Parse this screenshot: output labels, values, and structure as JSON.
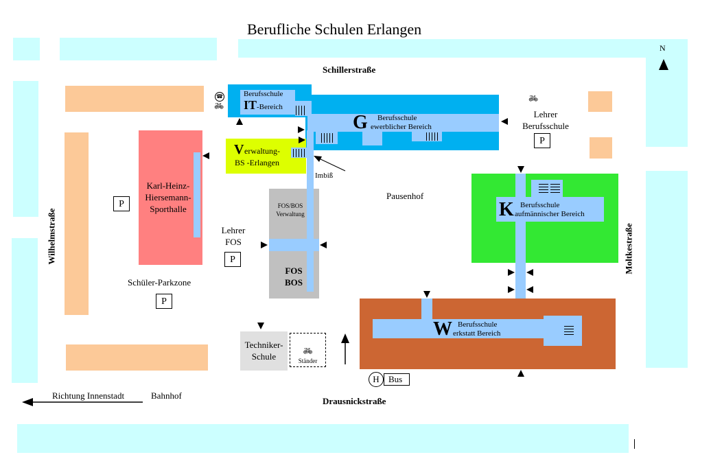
{
  "title": "Berufliche Schulen Erlangen",
  "north": "N",
  "streets": {
    "schiller": "Schillerstraße",
    "wilhelm": "Wilhelmstraße",
    "moltke": "Moltkestraße",
    "drausnick": "Drausnickstraße"
  },
  "buildings": {
    "it": {
      "line1": "Berufsschule",
      "letter": "IT",
      "rest": "-Bereich"
    },
    "g": {
      "letter": "G",
      "line1": "Berufsschule",
      "line2": "ewerblicher Bereich"
    },
    "v": {
      "letter": "V",
      "line1": "erwaltung-",
      "line2": "BS -Erlangen"
    },
    "k": {
      "letter": "K",
      "line1": "Berufsschule",
      "line2": "aufmännischer Bereich"
    },
    "w": {
      "letter": "W",
      "line1": "Berufsschule",
      "line2": "erkstatt Bereich"
    },
    "sporthalle": [
      "Karl-Heinz-",
      "Hiersemann-",
      "Sporthalle"
    ],
    "fosbos_verw": [
      "FOS/BOS",
      "Verwaltung"
    ],
    "fosbos": [
      "FOS",
      "BOS"
    ],
    "techniker": [
      "Techniker-",
      "Schule"
    ]
  },
  "labels": {
    "lehrer_bs": [
      "Lehrer",
      "Berufsschule"
    ],
    "lehrer_fos": [
      "Lehrer",
      "FOS"
    ],
    "schueler_parkzone": "Schüler-Parkzone",
    "imbiss": "Imbiß",
    "pausenhof": "Pausenhof",
    "staender": "Ständer",
    "bus_stop": "H",
    "bus": "Bus",
    "richtung": "Richtung Innenstadt",
    "bahnhof": "Bahnhof",
    "parking": "P"
  },
  "icons": [
    "bicycle-icon",
    "phone-icon",
    "north-arrow-icon"
  ],
  "colors": {
    "road": "#ccffff",
    "parking_area": "#fcc998",
    "building_it_g": "#00b0f0",
    "corridor": "#99ccff",
    "verwaltung": "#ddff00",
    "sporthalle": "#ff8080",
    "fosbos": "#c0c0c0",
    "kaufm": "#33e833",
    "werkstatt": "#cc6633",
    "techniker": "#e0e0e0"
  }
}
